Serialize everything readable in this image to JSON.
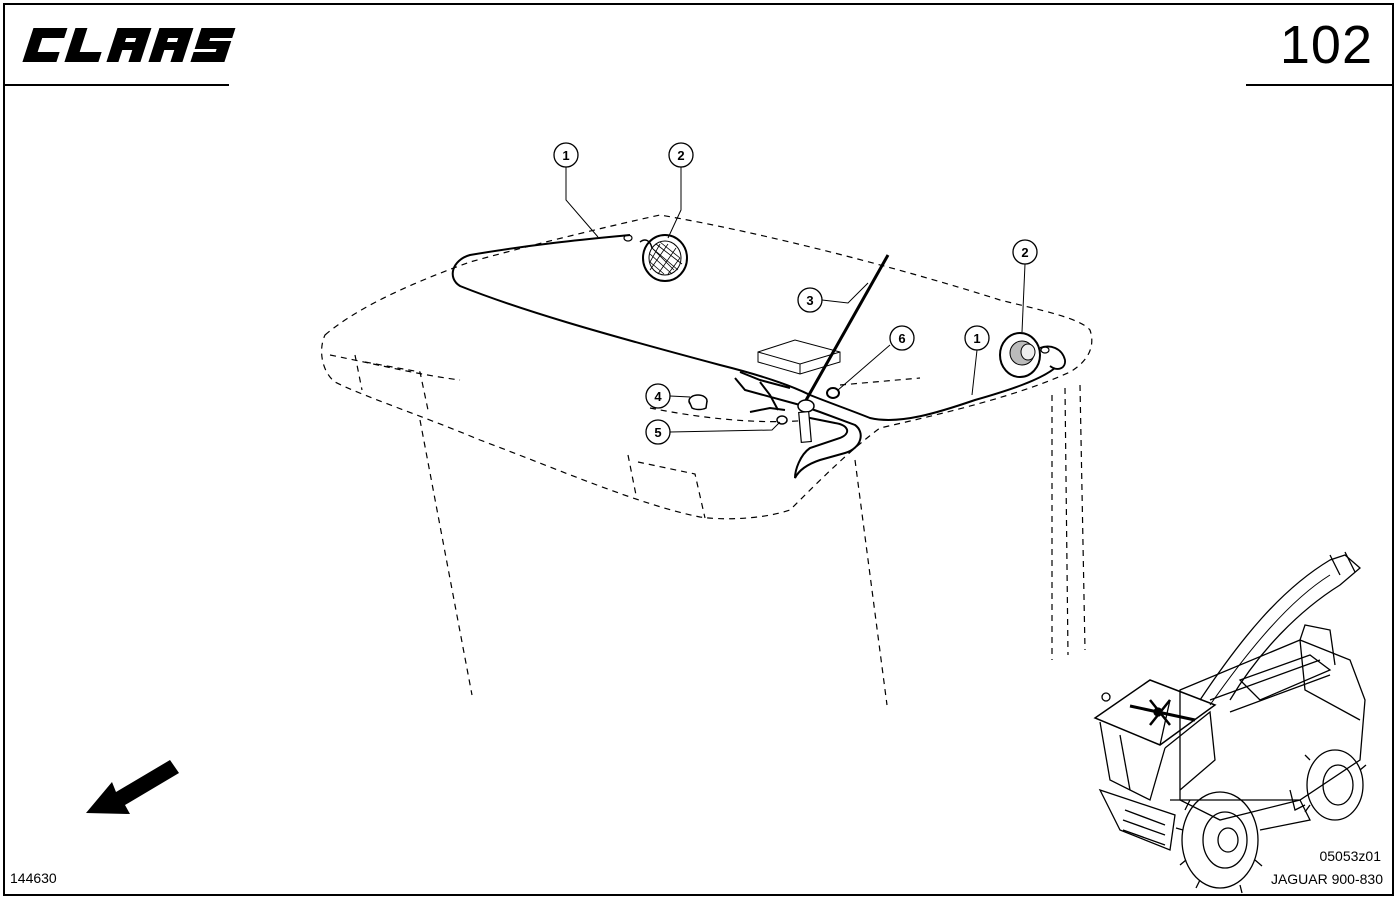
{
  "header": {
    "brand": "CLAAS",
    "page_number": "102"
  },
  "footer": {
    "drawing_id": "144630",
    "figure_code": "05053z01",
    "model": "JAGUAR 900-830"
  },
  "callouts": [
    {
      "id": "c1a",
      "label": "1"
    },
    {
      "id": "c2a",
      "label": "2"
    },
    {
      "id": "c2b",
      "label": "2"
    },
    {
      "id": "c3",
      "label": "3"
    },
    {
      "id": "c6",
      "label": "6"
    },
    {
      "id": "c1b",
      "label": "1"
    },
    {
      "id": "c4",
      "label": "4"
    },
    {
      "id": "c5",
      "label": "5"
    }
  ],
  "icons": {
    "direction": "direction-arrow-icon",
    "logo": "claas-logo"
  }
}
